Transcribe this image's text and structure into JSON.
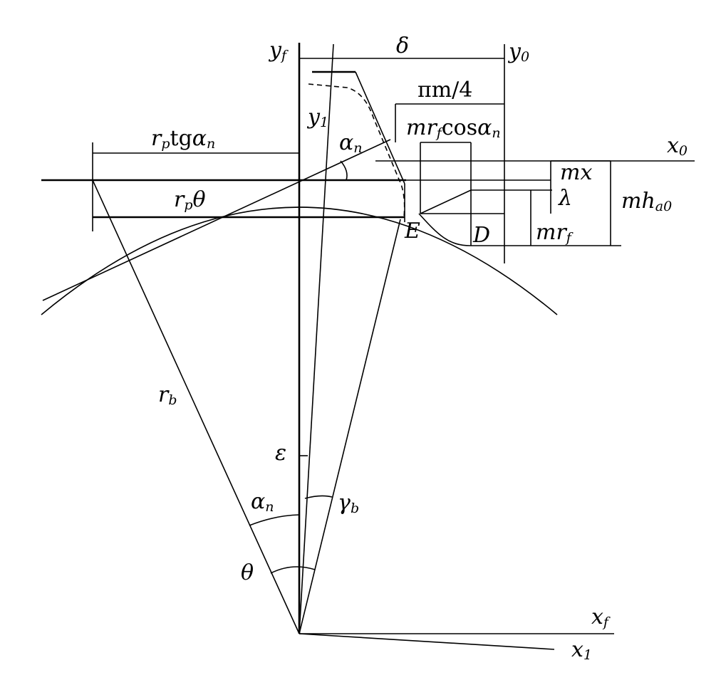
{
  "labels": {
    "yf": {
      "main": "y",
      "sub": "f"
    },
    "y0": {
      "main": "y",
      "sub": "0"
    },
    "delta": "δ",
    "pm4": "πm/4",
    "y1": {
      "main": "y",
      "sub": "1"
    },
    "mrcos": {
      "pre": "mr",
      "sub": "f",
      "mid": "cos",
      "post": "α",
      "sub2": "n"
    },
    "rptg": {
      "pre": "r",
      "sub": "p",
      "mid": "tg",
      "post": "α",
      "sub2": "n"
    },
    "alpha_top": {
      "main": "α",
      "sub": "n"
    },
    "x0": {
      "main": "x",
      "sub": "0"
    },
    "mx": "mx",
    "lambda": "λ",
    "mha": {
      "main": "mh",
      "sub": "a0"
    },
    "rptheta": {
      "pre": "r",
      "sub": "p",
      "post": "θ"
    },
    "E": "E",
    "D": "D",
    "mrf": {
      "main": "mr",
      "sub": "f"
    },
    "rb": {
      "main": "r",
      "sub": "b"
    },
    "epsilon": "ε",
    "alpha_bottom": {
      "main": "α",
      "sub": "n"
    },
    "gamma": {
      "main": "γ",
      "sub": "b"
    },
    "theta": "θ",
    "xf": {
      "main": "x",
      "sub": "f"
    },
    "x1": {
      "main": "x",
      "sub": "1"
    }
  }
}
